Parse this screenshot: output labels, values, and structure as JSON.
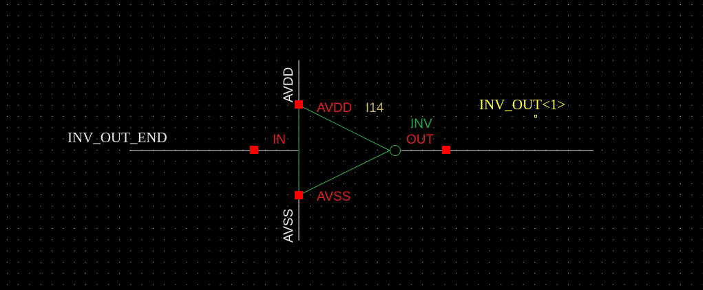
{
  "schematic": {
    "instance": {
      "cell_name": "INV",
      "instance_name": "I14",
      "pins": {
        "supply": "AVDD",
        "ground": "AVSS",
        "input": "IN",
        "output": "OUT"
      }
    },
    "nets": {
      "supply_net": "AVDD",
      "ground_net": "AVSS",
      "input_net": "INV_OUT_END",
      "output_net": "INV_OUT<1>"
    }
  },
  "colors": {
    "background": "#000000",
    "grid_dot": "#bdbdbd",
    "wire": "#e0e0e0",
    "symbol_body": "#2fb34f",
    "pin": "#ff0000",
    "pin_label": "#e01f1f",
    "cell_label": "#1fa84a",
    "instance_label": "#c8b46a",
    "net_label": "#e8e8e8",
    "selected_label": "#ffff3a"
  }
}
